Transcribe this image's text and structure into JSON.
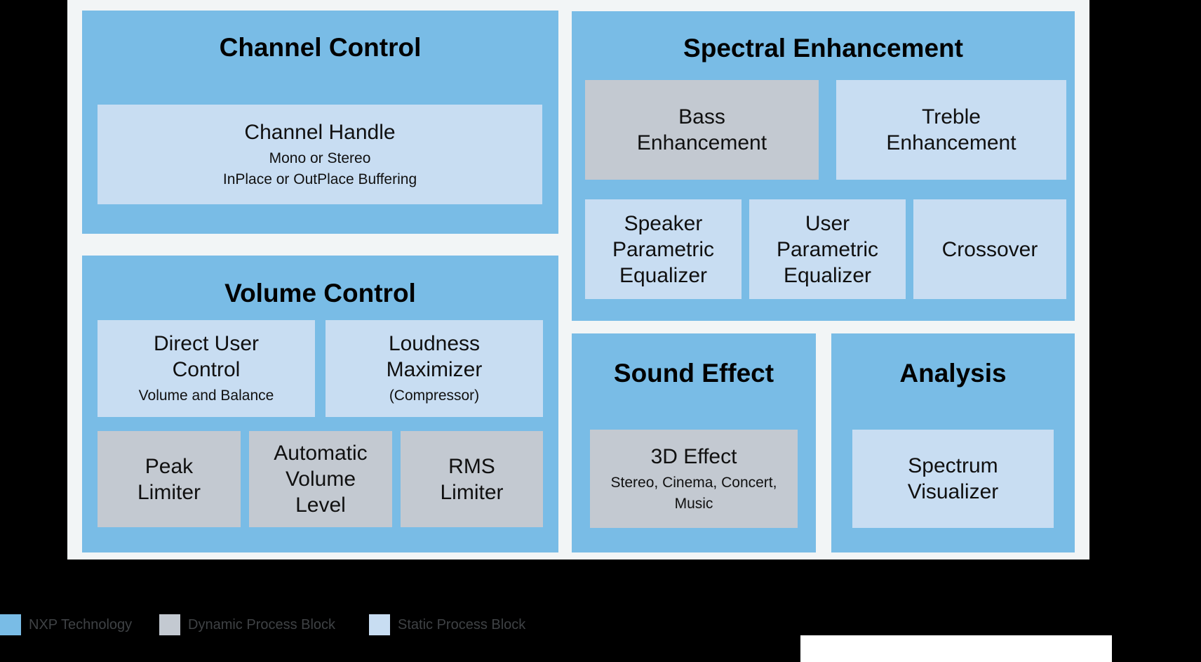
{
  "colors": {
    "nxp_blue": "#79BCE6",
    "dynamic_gray": "#C3C9D1",
    "static_blue": "#C8DDF2",
    "panel_bg": "#F2F5F6",
    "canvas_bg": "#000000",
    "block_text": "#101010",
    "legend_text": "#3F4245"
  },
  "groups": {
    "channel_control": {
      "title": "Channel Control",
      "channel_handle": {
        "title": "Channel Handle",
        "details": "Mono or Stereo\nInPlace or OutPlace Buffering"
      }
    },
    "volume_control": {
      "title": "Volume Control",
      "direct_user_control": {
        "title": "Direct User\nControl",
        "details": "Volume and Balance"
      },
      "loudness_maximizer": {
        "title": "Loudness\nMaximizer",
        "details": "(Compressor)"
      },
      "peak_limiter": {
        "title": "Peak\nLimiter"
      },
      "automatic_volume_level": {
        "title": "Automatic\nVolume\nLevel"
      },
      "rms_limiter": {
        "title": "RMS\nLimiter"
      }
    },
    "spectral_enhancement": {
      "title": "Spectral Enhancement",
      "bass_enhancement": {
        "title": "Bass\nEnhancement"
      },
      "treble_enhancement": {
        "title": "Treble\nEnhancement"
      },
      "speaker_parametric_equalizer": {
        "title": "Speaker\nParametric\nEqualizer"
      },
      "user_parametric_equalizer": {
        "title": "User\nParametric\nEqualizer"
      },
      "crossover": {
        "title": "Crossover"
      }
    },
    "sound_effect": {
      "title": "Sound Effect",
      "effect_3d": {
        "title": "3D Effect",
        "details": "Stereo, Cinema, Concert,\nMusic"
      }
    },
    "analysis": {
      "title": "Analysis",
      "spectrum_visualizer": {
        "title": "Spectrum\nVisualizer"
      }
    }
  },
  "legend": {
    "nxp": "NXP Technology",
    "dynamic": "Dynamic Process Block",
    "static": "Static Process Block"
  }
}
